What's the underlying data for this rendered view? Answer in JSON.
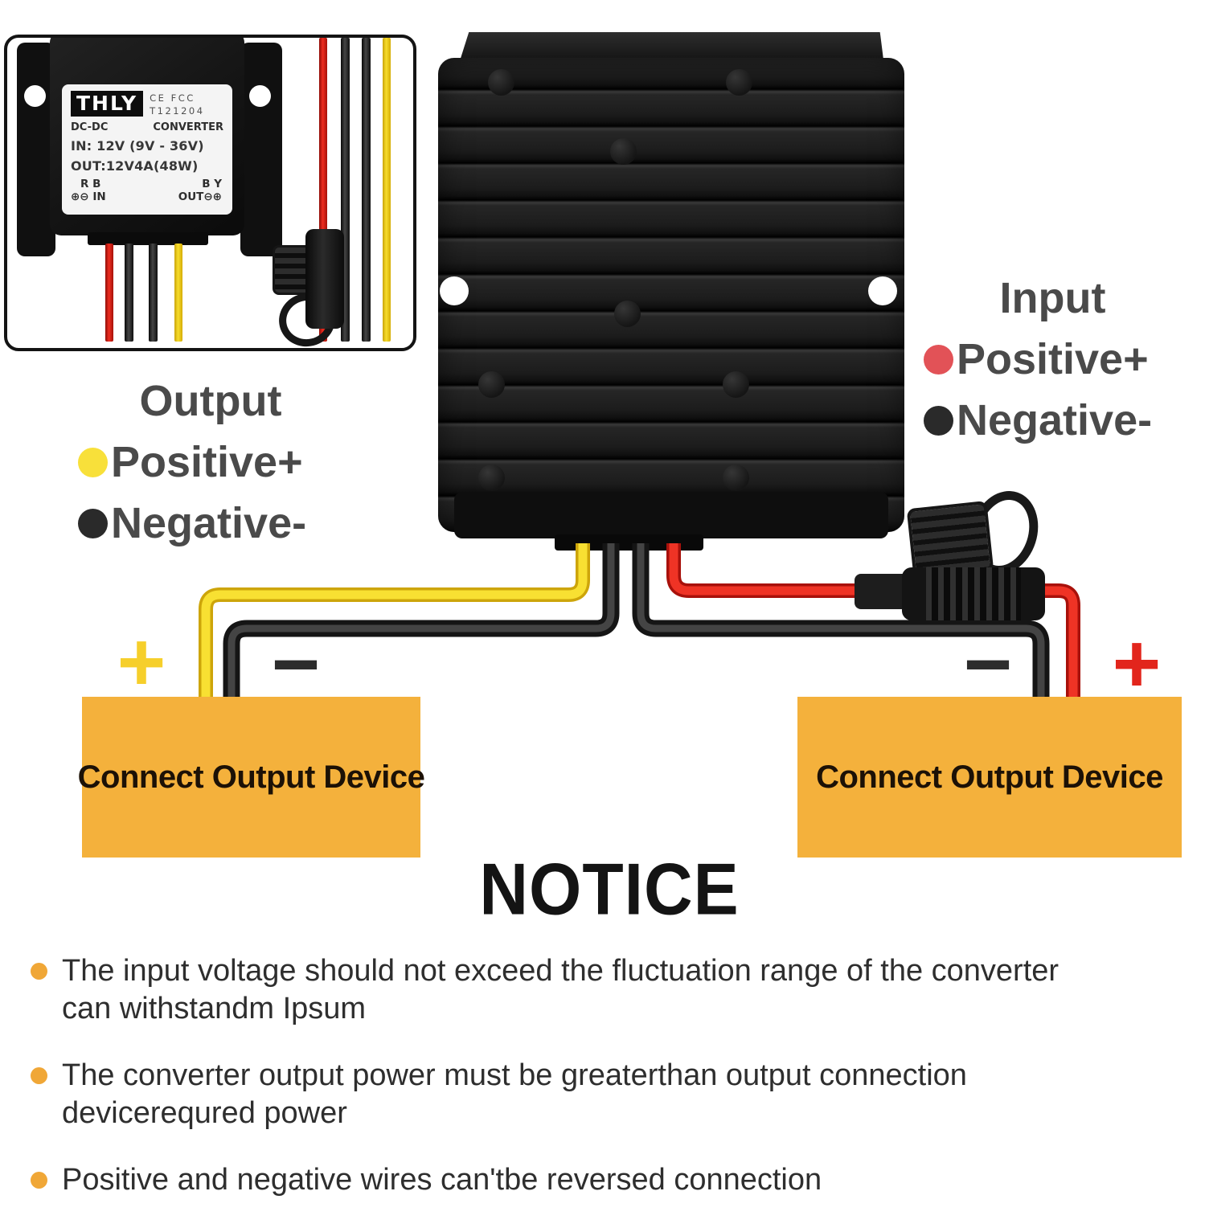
{
  "inset_label": {
    "brand": "THLY",
    "cert_line1": "CE FCC",
    "cert_line2": "T121204",
    "type_left": "DC-DC",
    "type_right": "CONVERTER",
    "spec_in": "IN: 12V  (9V - 36V)",
    "spec_out": "OUT:12V4A(48W)",
    "in_pins": "R B",
    "in_dir": "⊕⊖ IN",
    "out_pins": "B Y",
    "out_dir": "OUT⊖⊕"
  },
  "legend_output": {
    "title": "Output",
    "items": [
      {
        "label": "Positive+",
        "color": "#f8e03a"
      },
      {
        "label": "Negative-",
        "color": "#2a2a2a"
      }
    ]
  },
  "legend_input": {
    "title": "Input",
    "items": [
      {
        "label": "Positive+",
        "color": "#e25257"
      },
      {
        "label": "Negative-",
        "color": "#2a2a2a"
      }
    ]
  },
  "marks": {
    "output_plus": "+",
    "output_minus": "−",
    "input_minus": "−",
    "input_plus": "+"
  },
  "boxes": {
    "left": "Connect Output Device",
    "right": "Connect Output Device"
  },
  "notice": {
    "title": "NOTICE",
    "items": [
      {
        "line1": "The input voltage should not exceed the fluctuation range of the converter",
        "line2": "can withstandm Ipsum"
      },
      {
        "line1": "The converter output power must be greaterthan output connection",
        "line2": "devicerequred power"
      },
      {
        "line1": "Positive and negative wires can'tbe reversed connection",
        "line2": ""
      }
    ]
  },
  "colors": {
    "box_orange": "#f4b13c",
    "bullet_orange": "#f0a737",
    "wire_red": "#ee2d20",
    "wire_yellow": "#f7dd2b",
    "wire_black": "#3f3f3f",
    "legend_text": "#4a4a4a"
  }
}
